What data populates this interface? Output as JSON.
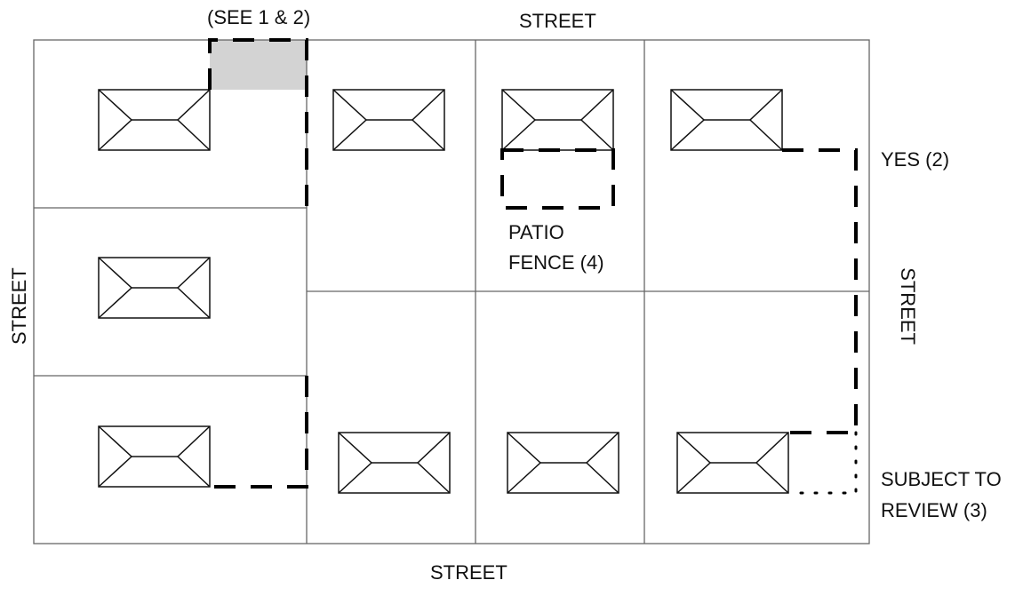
{
  "labels": {
    "see_note": "(SEE 1 & 2)",
    "street_top": "STREET",
    "street_bottom": "STREET",
    "street_left": "STREET",
    "street_right": "STREET",
    "yes": "YES (2)",
    "patio_line1": "PATIO",
    "patio_line2": "FENCE (4)",
    "review_line1": "SUBJECT TO",
    "review_line2": "REVIEW (3)"
  },
  "colors": {
    "line": "#555555",
    "fence": "#000000",
    "shaded": "#d3d3d3"
  }
}
